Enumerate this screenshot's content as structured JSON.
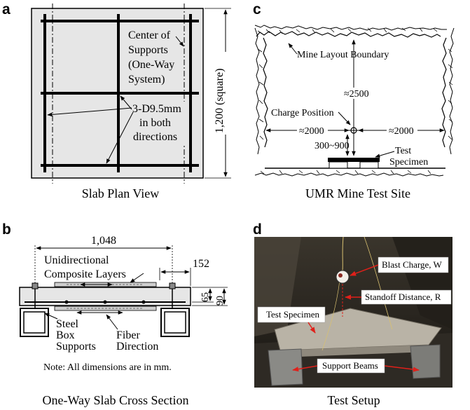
{
  "panels": {
    "a": {
      "letter": "a",
      "caption": "Slab Plan View",
      "center_label_lines": [
        "Center of",
        "Supports",
        "(One-Way",
        "System)"
      ],
      "rebar_label_lines": [
        "3-D9.5mm",
        "in both",
        "directions"
      ],
      "dimension_label": "1,200 (square)"
    },
    "b": {
      "letter": "b",
      "caption": "One-Way Slab Cross Section",
      "span_dim": "1,048",
      "layers_label_lines": [
        "Unidirectional",
        "Composite Layers"
      ],
      "edge_dim": "152",
      "depth_dim_1": "65",
      "depth_dim_2": "90",
      "steel_label_lines": [
        "Steel",
        "Box",
        "Supports"
      ],
      "fiber_label_lines": [
        "Fiber",
        "Direction"
      ],
      "note": "Note: All dimensions are in mm."
    },
    "c": {
      "letter": "c",
      "caption": "UMR  Mine Test Site",
      "boundary_label": "Mine  Layout Boundary",
      "height_dim": "≈2500",
      "charge_label": "Charge  Position",
      "left_dim": "≈2000",
      "right_dim": "≈2000",
      "standoff_dim": "300~900",
      "specimen_label_lines": [
        "Test",
        "Specimen"
      ]
    },
    "d": {
      "letter": "d",
      "caption": "Test Setup",
      "blast_label": "Blast Charge, W",
      "standoff_label": "Standoff Distance, R",
      "specimen_label": "Test Specimen",
      "beams_label": "Support Beams"
    }
  },
  "colors": {
    "slab_fill": "#e6e6e6",
    "line": "#000000",
    "arrow_red": "#e0201a",
    "photo_dark": "#1c1a15"
  }
}
